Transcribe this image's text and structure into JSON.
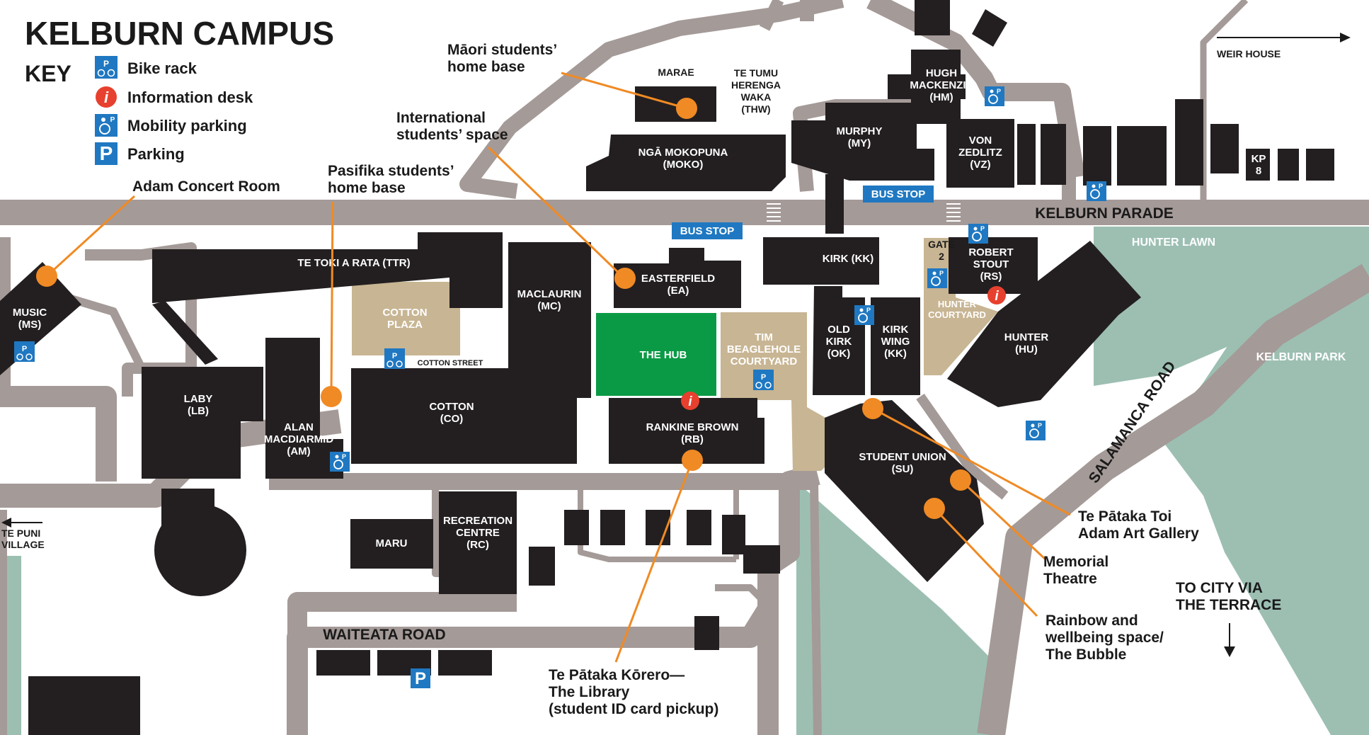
{
  "header": {
    "title": "KELBURN CAMPUS"
  },
  "key": {
    "heading": "KEY",
    "items": [
      "Bike rack",
      "Information desk",
      "Mobility parking",
      "Parking"
    ]
  },
  "icons": {
    "info_glyph": "i",
    "parking_glyph": "P",
    "bike_glyph": "P",
    "mobility_glyph": "P"
  },
  "buildings": {
    "marae": "MARAE",
    "tetumu": [
      "TE TUMU",
      "HERENGA",
      "WAKA",
      "(THW)"
    ],
    "moko": [
      "NGĀ MOKOPUNA",
      "(MOKO)"
    ],
    "murphy": [
      "MURPHY",
      "(MY)"
    ],
    "hugh": [
      "HUGH",
      "MACKENZIE",
      "(HM)"
    ],
    "vonz": [
      "VON",
      "ZEDLITZ",
      "(VZ)"
    ],
    "kp": [
      "KP",
      "8"
    ],
    "ttr": "TE TOKI A RATA (TTR)",
    "music": [
      "MUSIC",
      "(MS)"
    ],
    "cottonplaza": [
      "COTTON",
      "PLAZA"
    ],
    "maclaurin": [
      "MACLAURIN",
      "(MC)"
    ],
    "easterfield": [
      "EASTERFIELD",
      "(EA)"
    ],
    "hub": "THE HUB",
    "tim": [
      "TIM",
      "BEAGLEHOLE",
      "COURTYARD"
    ],
    "kirk": "KIRK (KK)",
    "oldkirk": [
      "OLD",
      "KIRK",
      "(OK)"
    ],
    "kirkwing": [
      "KIRK",
      "WING",
      "(KK)"
    ],
    "gate2": [
      "GATE",
      "2"
    ],
    "robertstout": [
      "ROBERT",
      "STOUT",
      "(RS)"
    ],
    "huntercourt": [
      "HUNTER",
      "COURTYARD"
    ],
    "hunter": [
      "HUNTER",
      "(HU)"
    ],
    "laby": [
      "LABY",
      "(LB)"
    ],
    "alan": [
      "ALAN",
      "MACDIARMID",
      "(AM)"
    ],
    "cotton": [
      "COTTON",
      "(CO)"
    ],
    "cottonstreet": "COTTON STREET",
    "rankine": [
      "RANKINE BROWN",
      "(RB)"
    ],
    "studentunion": [
      "STUDENT UNION",
      "(SU)"
    ],
    "maru": "MARU",
    "recreation": [
      "RECREATION",
      "CENTRE",
      "(RC)"
    ]
  },
  "roads": {
    "kelburn_parade": "KELBURN PARADE",
    "salamanca": "SALAMANCA ROAD",
    "waiteata": "WAITEATA ROAD",
    "weir": "WEIR HOUSE",
    "tepuni": [
      "TE PUNI",
      "VILLAGE"
    ],
    "tocity": [
      "TO CITY VIA",
      "THE TERRACE"
    ]
  },
  "parks": {
    "hunter_lawn": "HUNTER LAWN",
    "kelburn_park": "KELBURN PARK"
  },
  "bus_stops": [
    "BUS STOP",
    "BUS STOP"
  ],
  "callouts": {
    "maori": [
      "Māori students’",
      "home base"
    ],
    "international": [
      "International",
      "students’ space"
    ],
    "pasifika": [
      "Pasifika students’",
      "home base"
    ],
    "adam_concert": "Adam Concert Room",
    "art_gallery": [
      "Te Pātaka Toi",
      "Adam Art Gallery"
    ],
    "memorial": [
      "Memorial",
      "Theatre"
    ],
    "rainbow": [
      "Rainbow and",
      "wellbeing space/",
      "The Bubble"
    ],
    "library": [
      "Te Pātaka Kōrero—",
      "The Library",
      "(student ID card pickup)"
    ]
  },
  "colors": {
    "building": "#231f20",
    "road": "#a49a98",
    "courtyard": "#c8b593",
    "hub": "#0a9a45",
    "park": "#9cbfb2",
    "callout": "#f08a24",
    "icon_blue": "#1f78c1",
    "info_red": "#e8402e"
  }
}
